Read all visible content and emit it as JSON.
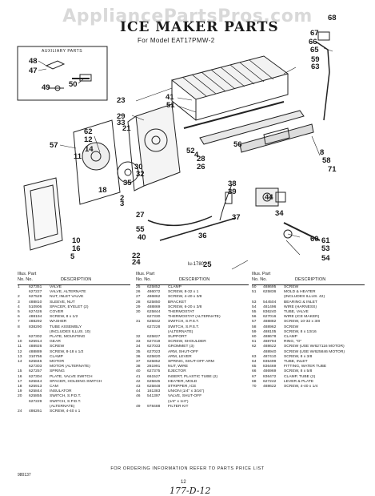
{
  "watermark": "AppliancePartsPros.com",
  "title": "ICE MAKER PARTS",
  "subtitle": "For Model EAT17PMW-2",
  "aux_title": "AUXILIARY PARTS",
  "figure_code": "lu-1780",
  "callouts": [
    {
      "id": "c68",
      "t": "68"
    },
    {
      "id": "c67",
      "t": "67"
    },
    {
      "id": "c66",
      "t": "66"
    },
    {
      "id": "c65",
      "t": "65"
    },
    {
      "id": "c59",
      "t": "59"
    },
    {
      "id": "c63",
      "t": "63"
    },
    {
      "id": "c48",
      "t": "48"
    },
    {
      "id": "c47",
      "t": "47"
    },
    {
      "id": "c49",
      "t": "49"
    },
    {
      "id": "c50",
      "t": "50"
    },
    {
      "id": "c23",
      "t": "23"
    },
    {
      "id": "c41",
      "t": "41"
    },
    {
      "id": "c51",
      "t": "51"
    },
    {
      "id": "c29",
      "t": "29"
    },
    {
      "id": "c33",
      "t": "33"
    },
    {
      "id": "c21",
      "t": "21"
    },
    {
      "id": "c62",
      "t": "62"
    },
    {
      "id": "c12",
      "t": "12"
    },
    {
      "id": "c57",
      "t": "57"
    },
    {
      "id": "c14",
      "t": "14"
    },
    {
      "id": "c11",
      "t": "11"
    },
    {
      "id": "c52",
      "t": "52"
    },
    {
      "id": "c56",
      "t": "56"
    },
    {
      "id": "c30",
      "t": "30"
    },
    {
      "id": "c32",
      "t": "32"
    },
    {
      "id": "c4",
      "t": "4"
    },
    {
      "id": "c28",
      "t": "28"
    },
    {
      "id": "c26",
      "t": "26"
    },
    {
      "id": "c8",
      "t": "8"
    },
    {
      "id": "c58",
      "t": "58"
    },
    {
      "id": "c71",
      "t": "71"
    },
    {
      "id": "c38",
      "t": "38"
    },
    {
      "id": "c39",
      "t": "39"
    },
    {
      "id": "c18",
      "t": "18"
    },
    {
      "id": "c44",
      "t": "44"
    },
    {
      "id": "c34",
      "t": "34"
    },
    {
      "id": "c54",
      "t": "54"
    },
    {
      "id": "c27",
      "t": "27"
    },
    {
      "id": "c55",
      "t": "55"
    },
    {
      "id": "c40",
      "t": "40"
    },
    {
      "id": "c10",
      "t": "10"
    },
    {
      "id": "c16",
      "t": "16"
    },
    {
      "id": "c22",
      "t": "22"
    },
    {
      "id": "c24",
      "t": "24"
    },
    {
      "id": "c60",
      "t": "60"
    },
    {
      "id": "c53",
      "t": "53"
    },
    {
      "id": "c61",
      "t": "61"
    },
    {
      "id": "c37",
      "t": "37"
    },
    {
      "id": "c36",
      "t": "36"
    },
    {
      "id": "c3",
      "t": "3"
    },
    {
      "id": "c2",
      "t": "2"
    },
    {
      "id": "c35",
      "t": "35"
    },
    {
      "id": "c5",
      "t": "5"
    },
    {
      "id": "c25",
      "t": "25"
    }
  ],
  "table": {
    "head_illus": "Illus. Part",
    "head_no": "No.   No.",
    "head_desc": "DESCRIPTION",
    "columns": [
      [
        [
          "1",
          "627351",
          "VALVE"
        ],
        [
          "",
          "627227",
          "VALVE, ALTERNATE"
        ],
        [
          "2",
          "627529",
          "NUT, INLET VALVE"
        ],
        [
          "3",
          "488810",
          "SLEEVE, NUT"
        ],
        [
          "4",
          "510906",
          "SPACER, EYELET (2)"
        ],
        [
          "5",
          "627426",
          "COVER"
        ],
        [
          "6",
          "488194",
          "SCREW, 8 x 1/2"
        ],
        [
          "7",
          "488292",
          "WASHER"
        ],
        [
          "8",
          "838290",
          "TUBE ASSEMBLY"
        ],
        [
          "",
          "",
          "(INCLUDES ILLUS. 10)"
        ],
        [
          "9",
          "627302",
          "PLATE, MOUNTING"
        ],
        [
          "10",
          "625914",
          "GEAR"
        ],
        [
          "11",
          "488926",
          "SCREW"
        ],
        [
          "12",
          "488889",
          "SCREW, 8-18 x 1/2"
        ],
        [
          "13",
          "310756",
          "CLAMP"
        ],
        [
          "14",
          "625846",
          "MOTOR"
        ],
        [
          "",
          "627303",
          "MOTOR (ALTERNATE)"
        ],
        [
          "15",
          "627257",
          "SPRING"
        ],
        [
          "16",
          "627304",
          "PLATE, VALVE SWITCH"
        ],
        [
          "17",
          "625844",
          "SPACER, HOLDING SWITCH"
        ],
        [
          "18",
          "625913",
          "CAM"
        ],
        [
          "19",
          "625844",
          "INSULATOR"
        ],
        [
          "20",
          "625855",
          "SWITCH, S.P.D.T."
        ],
        [
          "",
          "627229",
          "SWITCH, S.P.D.T."
        ],
        [
          "",
          "",
          "(ALTERNATE)"
        ],
        [
          "24",
          "486261",
          "SCREW, 4-40 x 1"
        ]
      ],
      [
        [
          "25",
          "625852",
          "CLAMP"
        ],
        [
          "26",
          "486072",
          "SCREW, 8-32 x 1"
        ],
        [
          "27",
          "486862",
          "SCREW, 4-40 x 3/8"
        ],
        [
          "28",
          "625850",
          "BRACKET"
        ],
        [
          "29",
          "488869",
          "SCREW, 6-20 x 3/8"
        ],
        [
          "30",
          "625844",
          "THERMOSTAT"
        ],
        [
          "",
          "627330",
          "THERMOSTAT (ALTERNATE)"
        ],
        [
          "31",
          "625842",
          "SWITCH, S.P.S.T."
        ],
        [
          "",
          "627228",
          "SWITCH, S.P.S.T."
        ],
        [
          "",
          "",
          "(ALTERNATE)"
        ],
        [
          "32",
          "625827",
          "SUPPORT"
        ],
        [
          "33",
          "627319",
          "SCREW, SHOULDER"
        ],
        [
          "34",
          "627033",
          "GROMMET (3)"
        ],
        [
          "35",
          "627023",
          "ARM, SHUT-OFF"
        ],
        [
          "36",
          "625820",
          "ARM, LEVER"
        ],
        [
          "37",
          "625852",
          "SPRING, SHUT-OFF ARM"
        ],
        [
          "38",
          "281991",
          "NUT, WIRE"
        ],
        [
          "40",
          "627375",
          "EJECTOR"
        ],
        [
          "41",
          "661527",
          "INSERT, PLASTIC TUBE (2)"
        ],
        [
          "42",
          "625845",
          "HEATER, MOLD"
        ],
        [
          "43",
          "625848",
          "STRIPPER, ICE"
        ],
        [
          "44",
          "181383",
          "UNION (1/4\" x 3/16\")"
        ],
        [
          "46",
          "541397",
          "VALVE, SHUT-OFF"
        ],
        [
          "",
          "",
          "(1/4\" x 1/4\")"
        ],
        [
          "49",
          "978488",
          "FILTER KIT"
        ]
      ],
      [
        [
          "50",
          "488695",
          "SCREW"
        ],
        [
          "51",
          "625836",
          "MOLD & HEATER"
        ],
        [
          "",
          "",
          "(INCLUDES ILLUS. 42)"
        ],
        [
          "53",
          "544504",
          "BEARING & INLET"
        ],
        [
          "54",
          "481496",
          "WIRE (HARNESS)"
        ],
        [
          "55",
          "836240",
          "TUBE, VALVE"
        ],
        [
          "56",
          "627016",
          "WIRE (ICE MAKER)"
        ],
        [
          "57",
          "488882",
          "SCREW, 10-32 x 3/8"
        ],
        [
          "58",
          "488962",
          "SCREW"
        ],
        [
          "59",
          "488105",
          "SCREW, 8 x 13/16"
        ],
        [
          "60",
          "488678",
          "CLAMP"
        ],
        [
          "61",
          "488794",
          "RING, \"O\""
        ],
        [
          "62",
          "488622",
          "SCREW (USE W/627116 MOTOR)"
        ],
        [
          "",
          "488940",
          "SCREW (USE W/625846 MOTOR)"
        ],
        [
          "63",
          "487410",
          "SCREW, 8 x 3/8"
        ],
        [
          "64",
          "835499",
          "TUBE, INLET"
        ],
        [
          "65",
          "836469",
          "FITTING, WATER TUBE"
        ],
        [
          "66",
          "486969",
          "SCREW, 8 x 5/8"
        ],
        [
          "67",
          "836472",
          "CLAMP, TUBE (2)"
        ],
        [
          "68",
          "627242",
          "LEVER & PLATE"
        ],
        [
          "70",
          "488622",
          "SCREW, 4-40 x 1/4"
        ]
      ]
    ]
  },
  "footer_note": "FOR ORDERING INFORMATION REFER TO PARTS PRICE LIST",
  "page_number": "12",
  "doc_code": "980137",
  "handwritten_note": "177-D-12"
}
